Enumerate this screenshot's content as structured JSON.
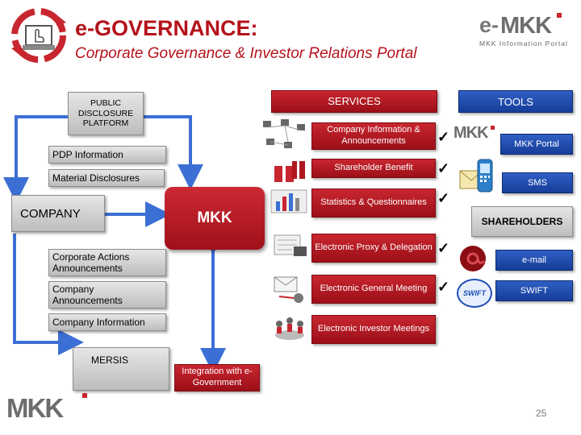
{
  "header": {
    "title": "e-GOVERNANCE:",
    "subtitle": "Corporate Governance & Investor Relations Portal",
    "brand_prefix": "e-",
    "brand_name": "MKK",
    "brand_tagline": "MKK Information Portal"
  },
  "left": {
    "public_disclosure": "PUBLIC DISCLOSURE PLATFORM",
    "pdp_information": "PDP Information",
    "material_disclosures": "Material Disclosures",
    "company": "COMPANY",
    "corporate_actions": "Corporate Actions Announcements",
    "company_announcements": "Company Announcements",
    "company_information": "Company Information",
    "mersis": "MERSIS"
  },
  "center": {
    "mkk": "MKK",
    "integration": "Integration with e-Government"
  },
  "services": {
    "header": "SERVICES",
    "items": [
      "Company Information & Announcements",
      "Shareholder Benefit",
      "Statistics & Questionnaires",
      "Electronic Proxy & Delegation",
      "Electronic General Meeting",
      "Electronic Investor Meetings"
    ]
  },
  "tools": {
    "header": "TOOLS",
    "mkk_portal": "MKK Portal",
    "sms": "SMS",
    "shareholders": "SHAREHOLDERS",
    "email": "e-mail",
    "swift": "SWIFT",
    "swift_logo": "SWIFT",
    "mkk_logo": "MKK"
  },
  "footer": {
    "logo": "MKK",
    "page_number": "25"
  },
  "colors": {
    "red": "#b5121b",
    "blue": "#1e4db7",
    "gray": "#cfcfcf"
  },
  "icons": {
    "check": "✓"
  }
}
